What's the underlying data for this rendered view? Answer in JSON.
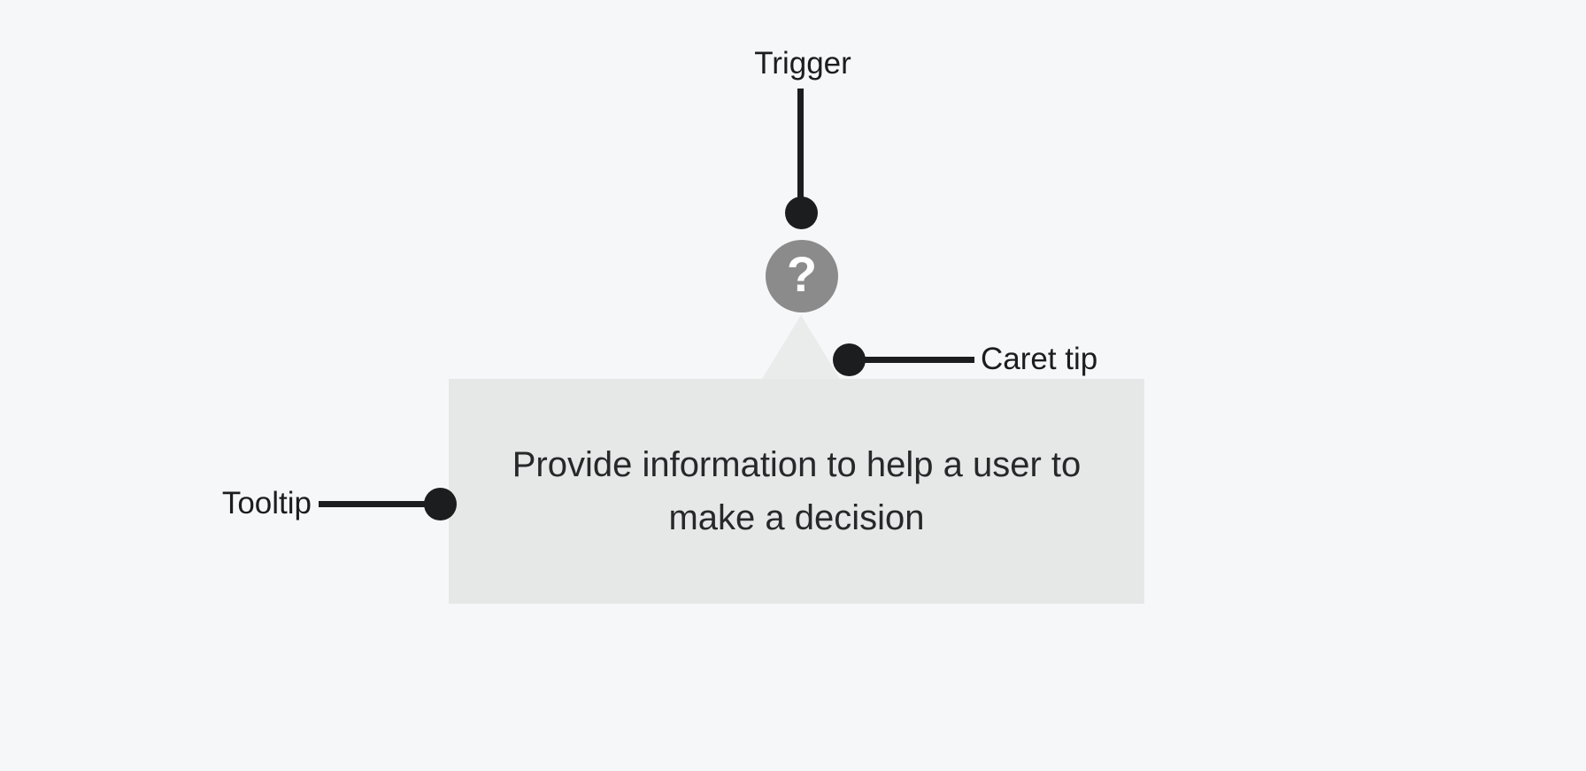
{
  "diagram": {
    "title_semantic": "tooltip-component-anatomy",
    "annotations": {
      "trigger_label": "Trigger",
      "caret_label": "Caret tip",
      "tooltip_label": "Tooltip"
    },
    "trigger": {
      "icon_glyph": "?"
    },
    "tooltip": {
      "lines": [
        "Provide information to help a user to",
        "make a decision"
      ]
    }
  },
  "colors": {
    "background": "#f6f7f9",
    "ink": "#1c1d1f",
    "tooltip-bg": "#e6e7e7",
    "caret-bg": "#eaebeb",
    "trigger-bg": "#8b8b8b",
    "icon-color": "#ffffff",
    "text": "#27282a"
  }
}
